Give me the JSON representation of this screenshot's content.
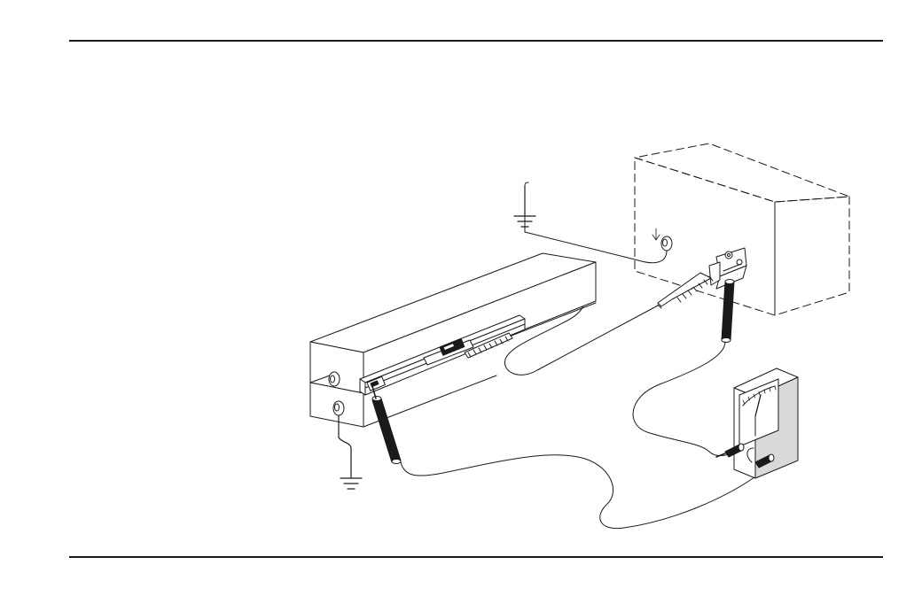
{
  "diagram": {
    "components": [
      {
        "id": "linear-scale",
        "icon": "linear-encoder-scale"
      },
      {
        "id": "machine-table",
        "icon": "machine-bed"
      },
      {
        "id": "control-unit",
        "icon": "dashed-housing-box"
      },
      {
        "id": "connector",
        "icon": "d-sub-connector"
      },
      {
        "id": "ohmmeter",
        "icon": "analog-meter"
      },
      {
        "id": "ground-machine",
        "icon": "ground-symbol"
      },
      {
        "id": "ground-unit",
        "icon": "ground-symbol"
      }
    ],
    "colors": {
      "line": "#1a1a1a",
      "background": "#ffffff",
      "shade": "#d9d9d9"
    }
  }
}
